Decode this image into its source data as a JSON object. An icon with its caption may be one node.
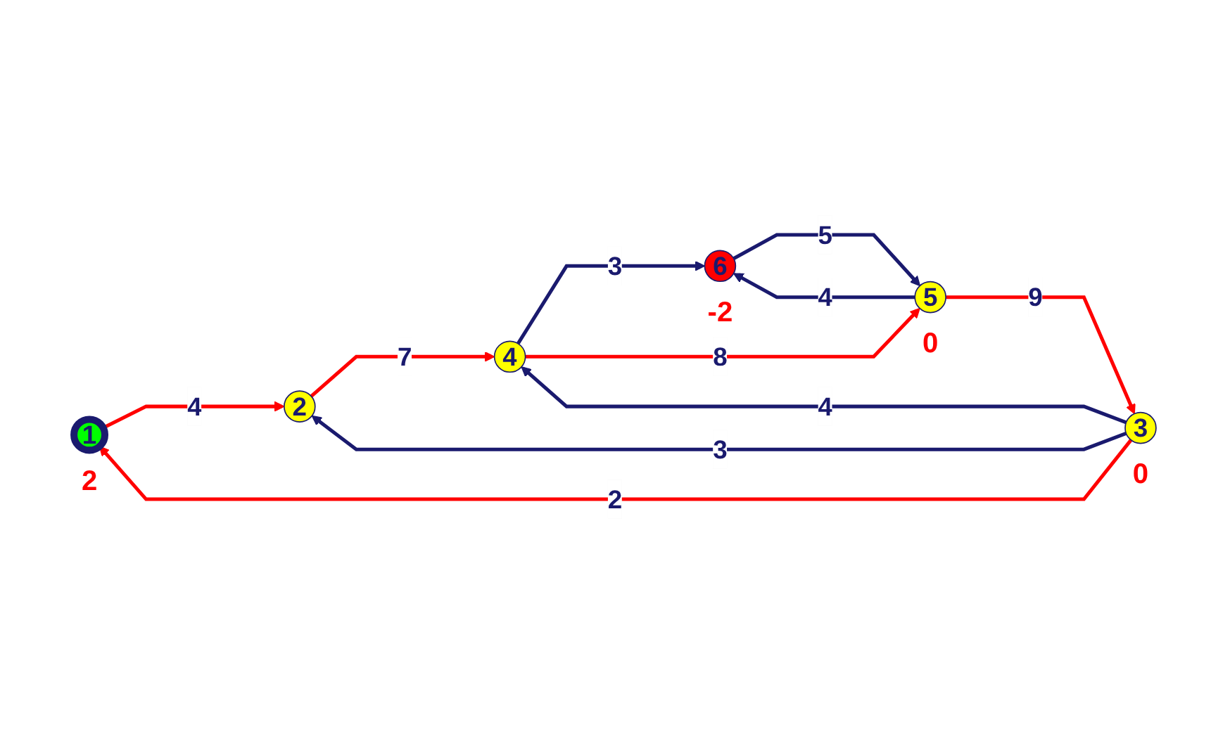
{
  "diagram": {
    "nodes": [
      {
        "text": [
          "1"
        ],
        "beside": [
          "2"
        ]
      },
      {
        "text": [
          "2"
        ]
      },
      {
        "text": [
          "3"
        ],
        "beside": [
          "0"
        ]
      },
      {
        "text": [
          "4"
        ]
      },
      {
        "text": [
          "5"
        ],
        "beside": [
          "0"
        ]
      },
      {
        "text": [
          "6"
        ],
        "beside": [
          "-2"
        ]
      }
    ],
    "edges": [
      {
        "from": 0,
        "to": 1,
        "arrow": "to",
        "label": "4",
        "color": "#ff0000"
      },
      {
        "from": 1,
        "to": 3,
        "arrow": "to",
        "label": "7",
        "color": "#ff0000"
      },
      {
        "from": 3,
        "to": 5,
        "arrow": "to",
        "label": "3",
        "color": "#1a1a6e"
      },
      {
        "from": 2,
        "to": 1,
        "arrow": "to",
        "label": "3",
        "color": "#1a1a6e"
      },
      {
        "from": 2,
        "to": 3,
        "arrow": "to",
        "label": "4",
        "color": "#1a1a6e"
      },
      {
        "from": 3,
        "to": 4,
        "arrow": "to",
        "label": "8",
        "color": "#ff0000"
      },
      {
        "from": 4,
        "to": 5,
        "arrow": "to",
        "label": "4",
        "color": "#1a1a6e"
      },
      {
        "from": 5,
        "to": 4,
        "arrow": "to",
        "label": "5",
        "color": "#1a1a6e"
      },
      {
        "from": 2,
        "to": 0,
        "arrow": "to",
        "label": "2",
        "color": "#ff0000"
      },
      {
        "from": 4,
        "to": 2,
        "arrow": "to",
        "label": "9",
        "color": "#ff0000"
      }
    ]
  }
}
